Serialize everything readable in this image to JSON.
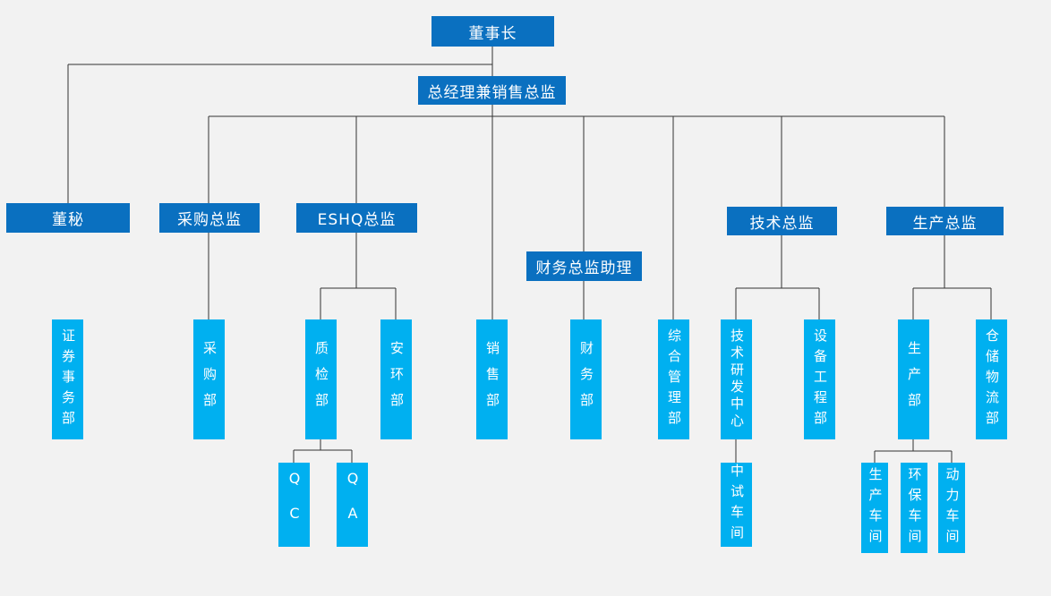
{
  "colors": {
    "primary": "#0a70c0",
    "secondary": "#00b0f0",
    "background": "#f2f2f2",
    "line": "#333333",
    "text": "#ffffff"
  },
  "org": {
    "chairman": {
      "label": "董事长",
      "parent": null
    },
    "general_manager": {
      "label": "总经理兼销售总监",
      "parent": "chairman"
    },
    "board_secretary": {
      "label": "董秘",
      "parent": "chairman"
    },
    "procurement_director": {
      "label": "采购总监",
      "parent": "general_manager"
    },
    "eshq_director": {
      "label": "ESHQ总监",
      "parent": "general_manager"
    },
    "finance_director_assistant": {
      "label": "财务总监助理",
      "parent": "general_manager"
    },
    "technical_director": {
      "label": "技术总监",
      "parent": "general_manager"
    },
    "production_director": {
      "label": "生产总监",
      "parent": "general_manager"
    },
    "securities_affairs_dept": {
      "label": "证券事务部",
      "parent": "board_secretary"
    },
    "procurement_dept": {
      "label": "采购部",
      "parent": "procurement_director"
    },
    "quality_inspection_dept": {
      "label": "质检部",
      "parent": "eshq_director"
    },
    "safety_environment_dept": {
      "label": "安环部",
      "parent": "eshq_director"
    },
    "sales_dept": {
      "label": "销售部",
      "parent": "general_manager"
    },
    "finance_dept": {
      "label": "财务部",
      "parent": "finance_director_assistant"
    },
    "general_management_dept": {
      "label": "综合管理部",
      "parent": "general_manager"
    },
    "tech_rd_center": {
      "label": "技术研发中心",
      "parent": "technical_director"
    },
    "equipment_engineering_dept": {
      "label": "设备工程部",
      "parent": "technical_director"
    },
    "production_dept": {
      "label": "生产部",
      "parent": "production_director"
    },
    "warehouse_logistics_dept": {
      "label": "仓储物流部",
      "parent": "production_director"
    },
    "qc": {
      "label": "QC",
      "parent": "quality_inspection_dept"
    },
    "qa": {
      "label": "QA",
      "parent": "quality_inspection_dept"
    },
    "pilot_test_workshop": {
      "label": "中试车间",
      "parent": "tech_rd_center"
    },
    "production_workshop": {
      "label": "生产车间",
      "parent": "production_dept"
    },
    "environmental_workshop": {
      "label": "环保车间",
      "parent": "production_dept"
    },
    "power_workshop": {
      "label": "动力车间",
      "parent": "production_dept"
    }
  }
}
